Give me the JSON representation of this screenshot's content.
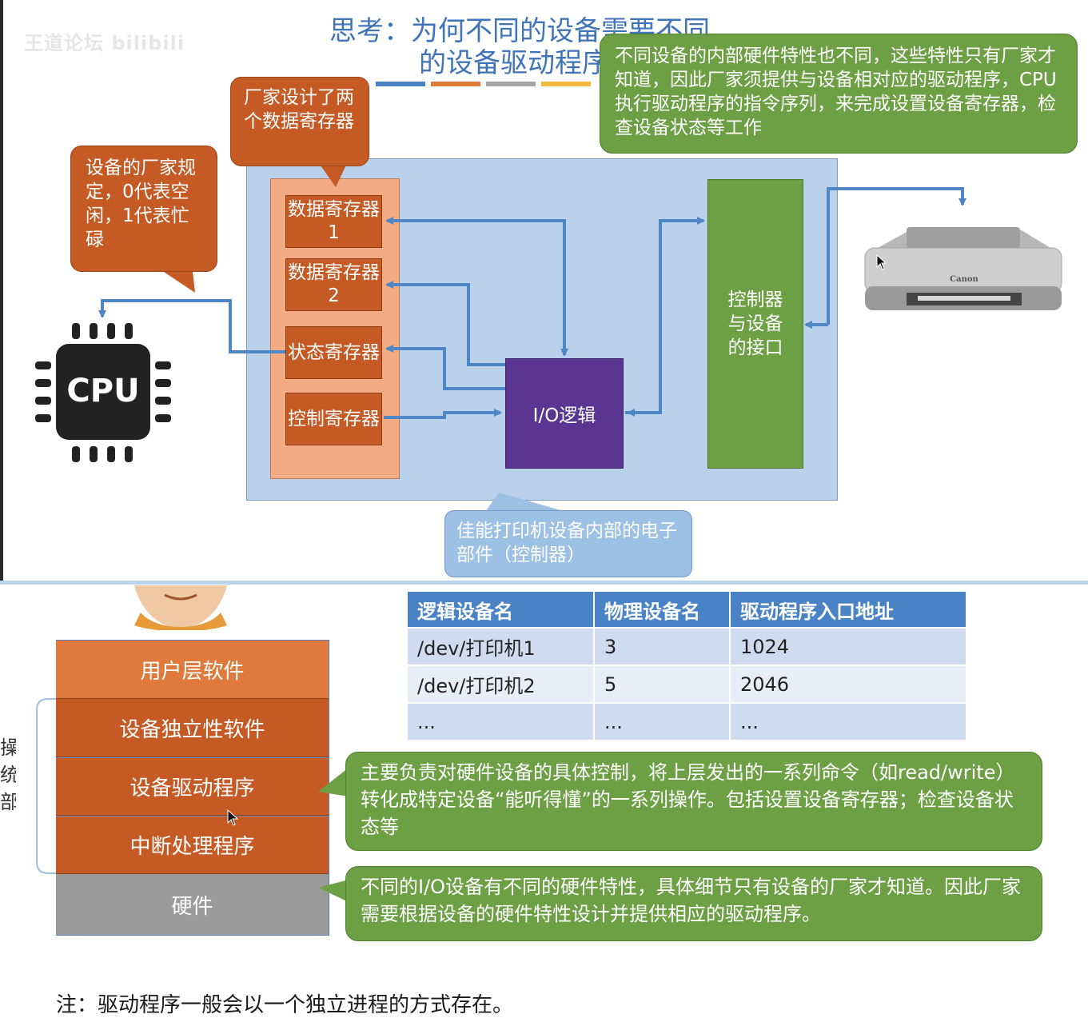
{
  "watermark": "王道论坛 bilibili",
  "title": {
    "line1": "思考：为何不同的设备需要不同",
    "line2": "的设备驱动程序"
  },
  "callouts": {
    "vendor_registers": "厂家设计了两个数据寄存器",
    "status_rule": "设备的厂家规定，0代表空闲，1代表忙碌",
    "hardware_diff": "不同设备的内部硬件特性也不同，这些特性只有厂家才知道，因此厂家须提供与设备相对应的驱动程序，CPU执行驱动程序的指令序列，来完成设置设备寄存器，检查设备状态等工作",
    "controller_note": "佳能打印机设备内部的电子部件（控制器）",
    "driver_role": "主要负责对硬件设备的具体控制，将上层发出的一系列命令（如read/write）转化成特定设备“能听得懂”的一系列操作。包括设置设备寄存器；检查设备状态等",
    "vendor_driver": "不同的I/O设备有不同的硬件特性，具体细节只有设备的厂家才知道。因此厂家需要根据设备的硬件特性设计并提供相应的驱动程序。"
  },
  "registers": [
    "数据寄存器1",
    "数据寄存器2",
    "状态寄存器",
    "控制寄存器"
  ],
  "io_logic": "I/O逻辑",
  "controller_interface": "控制器与设备的接口",
  "cpu_label": "CPU",
  "printer_brand": "Canon",
  "layers": [
    "用户层软件",
    "设备独立性软件",
    "设备驱动程序",
    "中断处理程序",
    "硬件"
  ],
  "side_text": [
    "操",
    "统",
    "部"
  ],
  "table": {
    "headers": [
      "逻辑设备名",
      "物理设备名",
      "驱动程序入口地址"
    ],
    "rows": [
      [
        "/dev/打印机1",
        "3",
        "1024"
      ],
      [
        "/dev/打印机2",
        "5",
        "2046"
      ],
      [
        "...",
        "...",
        "..."
      ]
    ]
  },
  "note": "注：驱动程序一般会以一个独立进程的方式存在。",
  "colors": {
    "title_blue": "#3f74b8",
    "register_orange": "#c55a25",
    "io_purple": "#5b3592",
    "controller_green": "#6da045",
    "arrow_blue": "#4f86c6",
    "table_header": "#4a82c6"
  }
}
